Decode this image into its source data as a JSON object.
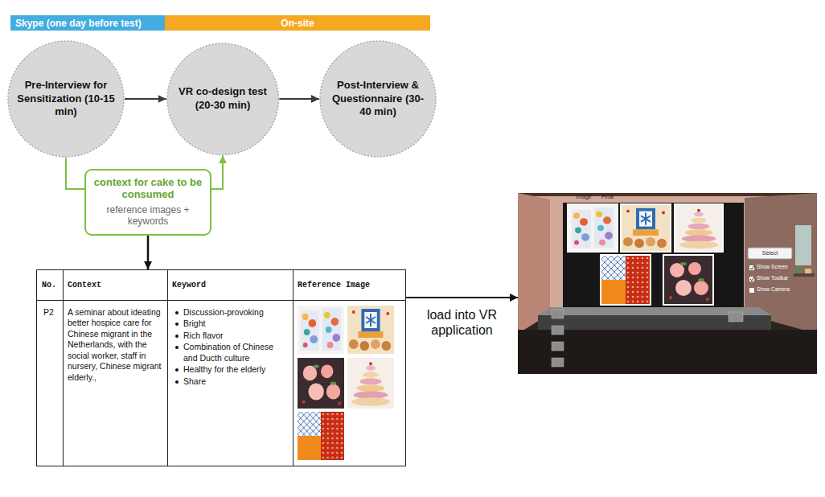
{
  "diagram": {
    "nodes": [
      {
        "text": [
          "Skype (one day before test)"
        ]
      },
      {
        "text": [
          "On-site"
        ]
      },
      {
        "text": [
          "Pre-Interview for Sensitization (10-15 min)"
        ]
      },
      {
        "text": [
          "VR co-design test (20-30 min)"
        ]
      },
      {
        "text": [
          "Post-Interview & Questionnaire (30-40 min)"
        ]
      },
      {
        "text": [
          "context for cake to be consumed",
          "reference images + keywords"
        ]
      },
      {
        "text": [
          "No.",
          "Context",
          "Keyword",
          "Reference Image",
          "P2",
          "A seminar about ideating better hospice care for Chinese migrant in the Netherlands, with the social worker, staff in nursery, Chinese migrant elderly.,",
          "Discussion-provoking",
          "Bright",
          "Rich flavor",
          "Combination of Chinese and Ducth culture",
          "Healthy for the elderly",
          "Share"
        ]
      },
      {
        "text": [
          "Image",
          "Final",
          "Select",
          "Show Screen",
          "Show Toolbar",
          "Show Camera"
        ]
      }
    ],
    "edges": [
      {
        "from": 2,
        "to": 3,
        "arrow": "to"
      },
      {
        "from": 3,
        "to": 4,
        "arrow": "to"
      },
      {
        "from": 2,
        "to": 5,
        "arrow": "none"
      },
      {
        "from": 5,
        "to": 3,
        "arrow": "to"
      },
      {
        "from": 5,
        "to": 6,
        "arrow": "to"
      },
      {
        "from": 6,
        "to": 7,
        "arrow": "to",
        "label": "load into VR application"
      }
    ]
  }
}
